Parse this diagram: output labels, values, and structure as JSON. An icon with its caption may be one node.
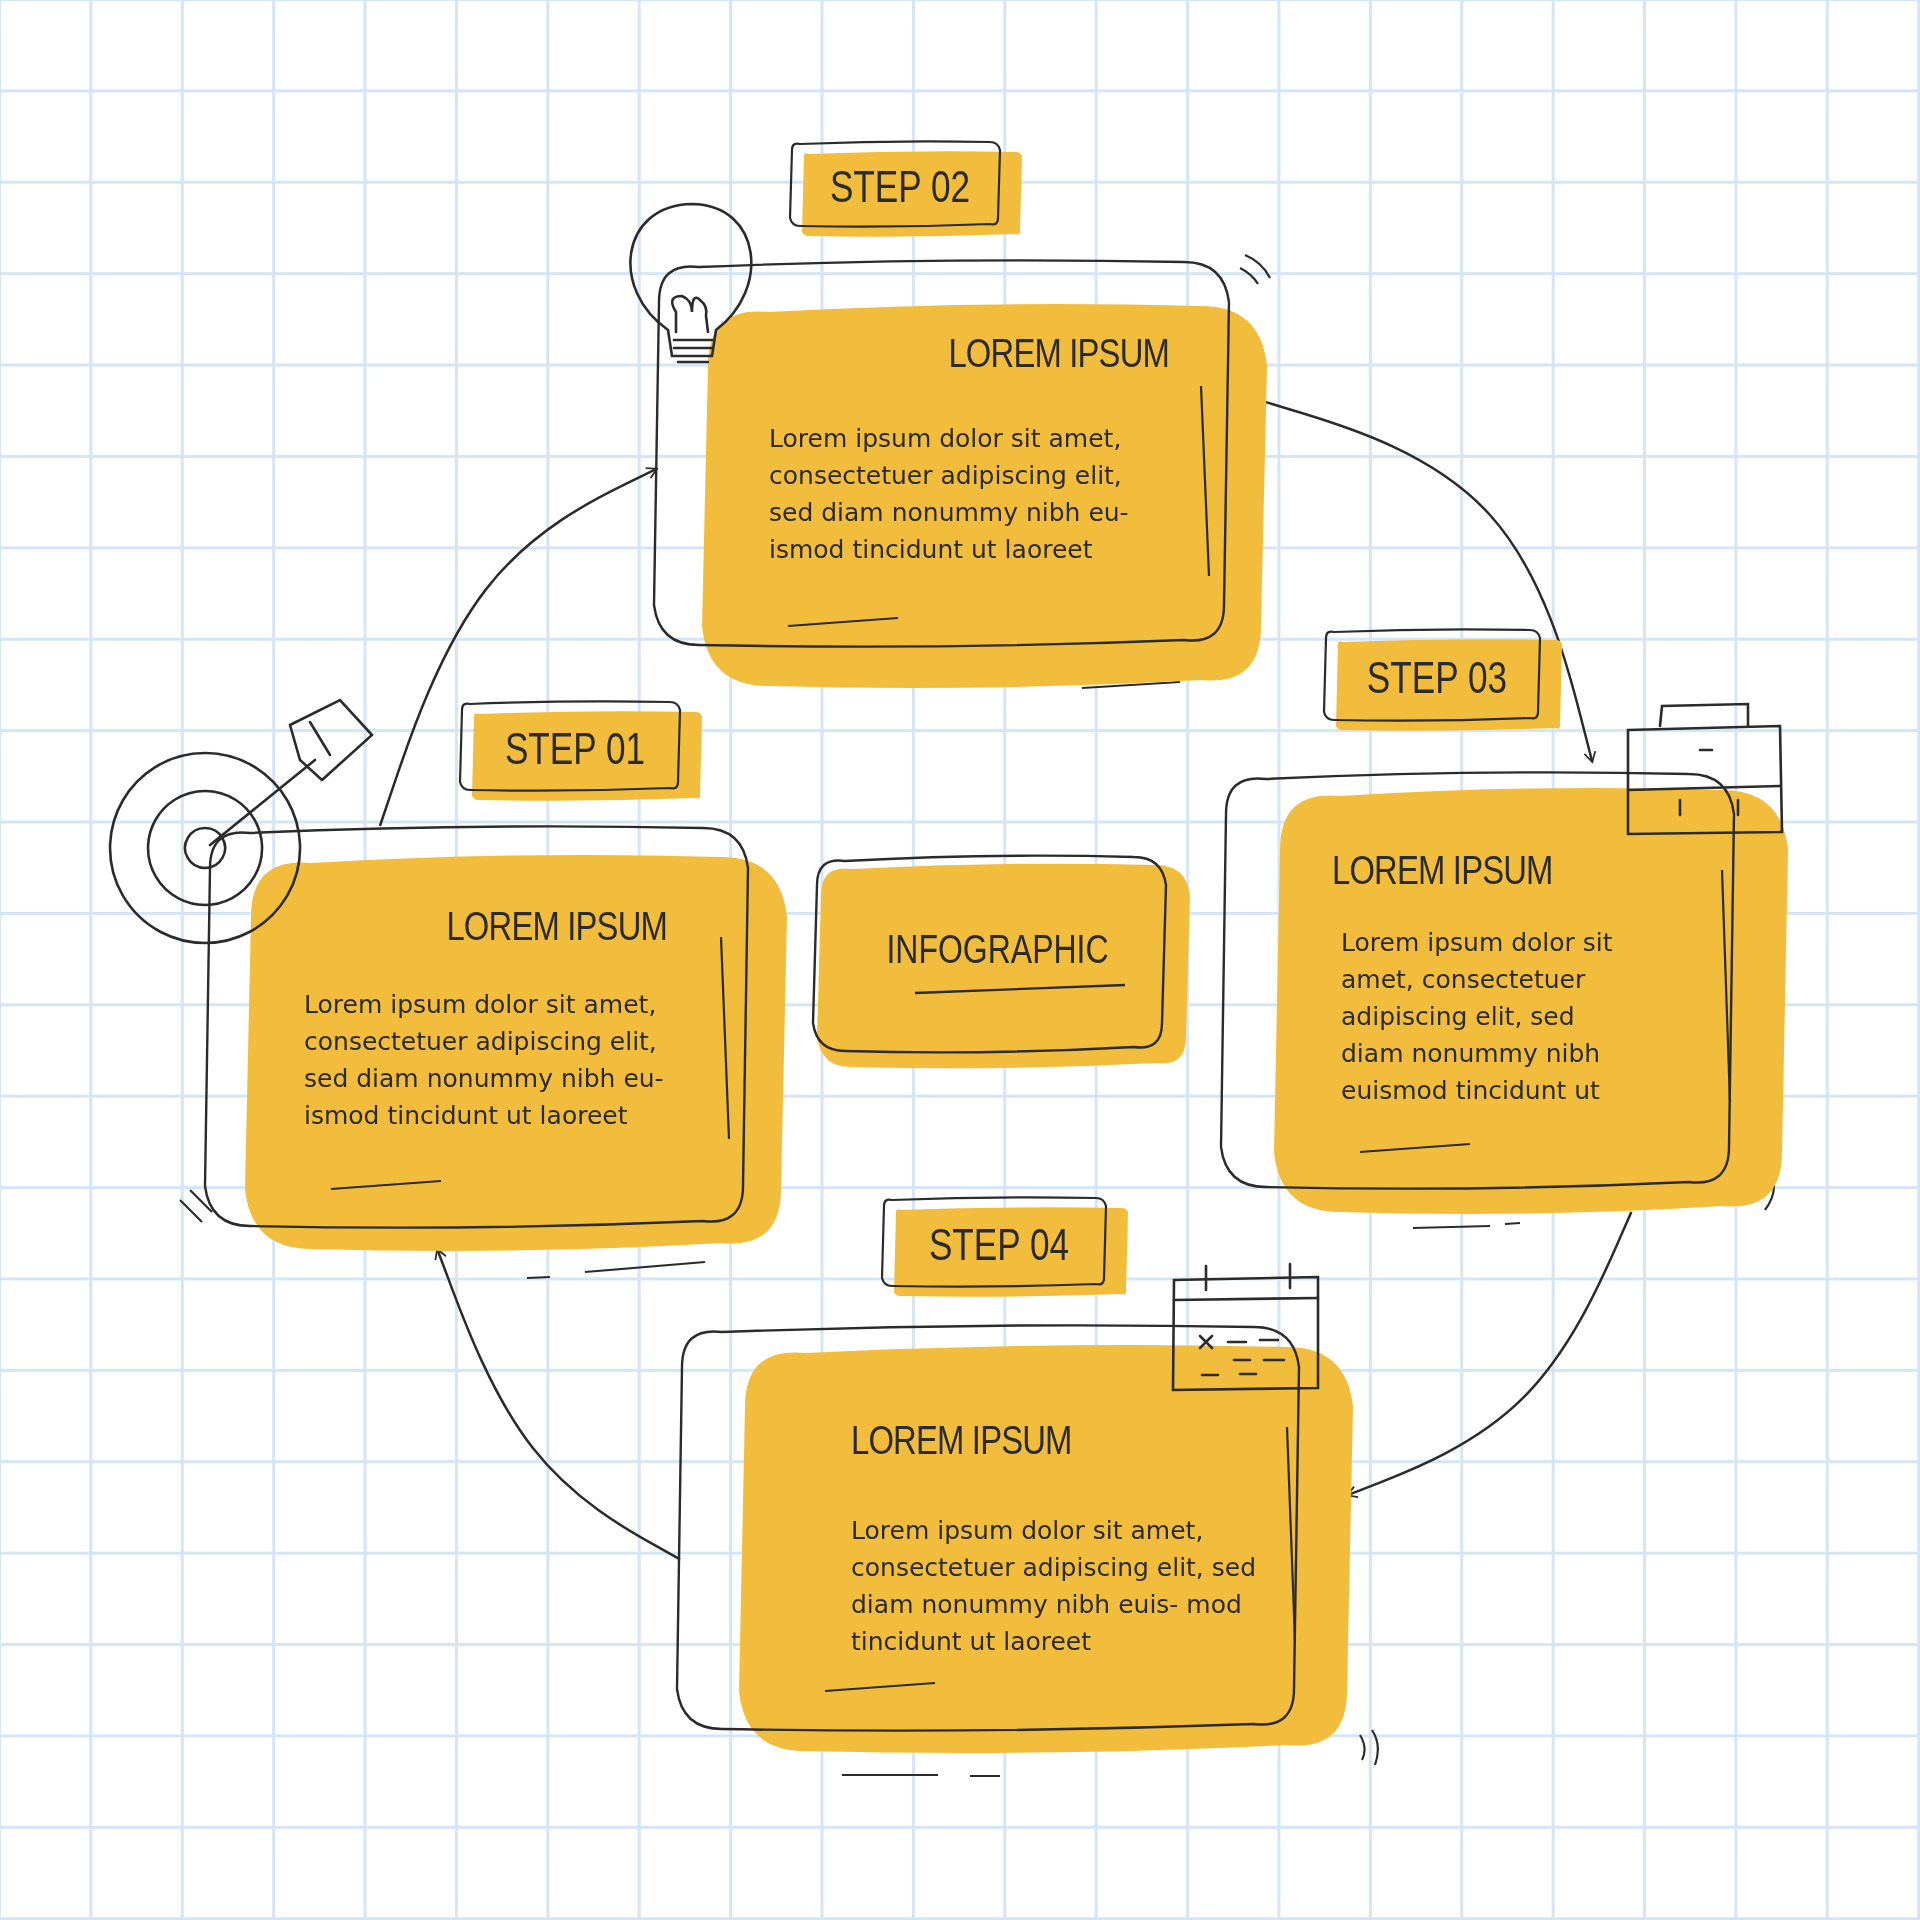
{
  "diagram": {
    "nodes": [
      {
        "text": [
          "STEP 02"
        ]
      },
      {
        "text": [
          "LOREM IPSUM",
          "Lorem ipsum dolor sit amet, consectetuer adipiscing elit, sed diam nonummy nibh eu- ismod tincidunt ut laoreet"
        ]
      },
      {
        "text": [
          "STEP 01"
        ]
      },
      {
        "text": [
          "LOREM IPSUM",
          "Lorem ipsum dolor sit amet, consectetuer adipiscing elit, sed diam nonummy nibh eu- ismod tincidunt ut laoreet"
        ]
      },
      {
        "text": [
          "INFOGRAPHIC"
        ]
      },
      {
        "text": [
          "STEP 03"
        ]
      },
      {
        "text": [
          "LOREM IPSUM",
          "Lorem ipsum dolor sit amet, consectetuer adipiscing elit, sed diam nonummy nibh euismod tincidunt ut"
        ]
      },
      {
        "text": [
          "STEP 04"
        ]
      },
      {
        "text": [
          "LOREM IPSUM",
          "Lorem ipsum dolor sit amet, consectetuer adipiscing elit, sed diam nonummy nibh euis- mod tincidunt ut laoreet"
        ]
      }
    ],
    "edges": [
      {
        "from": 3,
        "to": 1,
        "arrow": "to"
      },
      {
        "from": 1,
        "to": 6,
        "arrow": "to"
      },
      {
        "from": 6,
        "to": 8,
        "arrow": "to"
      },
      {
        "from": 8,
        "to": 3,
        "arrow": "to"
      }
    ]
  }
}
